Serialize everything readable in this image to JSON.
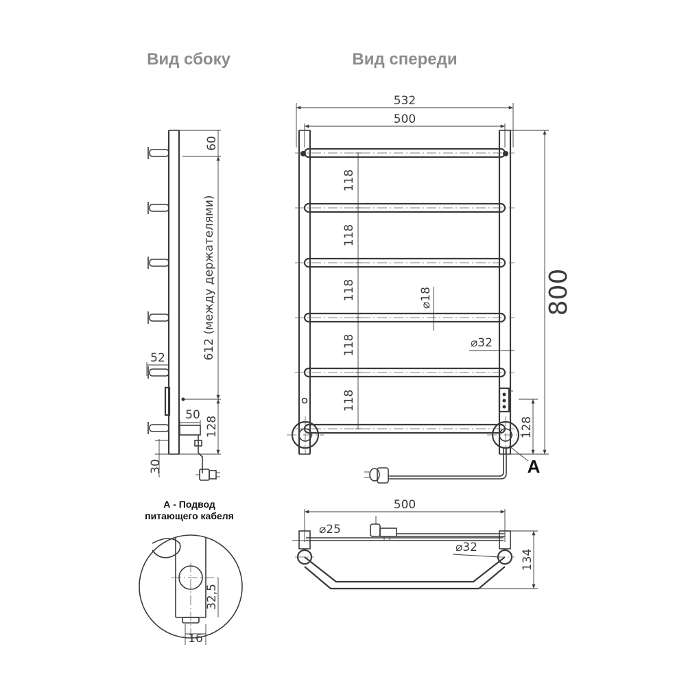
{
  "views": {
    "side_title": "Вид сбоку",
    "front_title": "Вид спереди",
    "detail_title_line1": "А - Подвод",
    "detail_title_line2": "питающего кабеля",
    "callout_letter": "A"
  },
  "dimensions": {
    "front_overall_width": "532",
    "front_pipe_width": "500",
    "front_height": "800",
    "rung_spacing": [
      "118",
      "118",
      "118",
      "118",
      "118"
    ],
    "rung_diameter": "⌀18",
    "pipe_diameter": "⌀32",
    "front_bottom_offset": "128",
    "side_top_offset": "60",
    "side_holder_distance": "612 (между держателями)",
    "side_depth_52": "52",
    "side_depth_50": "50",
    "side_bottom_128": "128",
    "side_bottom_30": "30",
    "top_width": "500",
    "top_diameter_25": "⌀25",
    "top_diameter_32": "⌀32",
    "top_depth": "134",
    "detail_32_5": "32,5",
    "detail_16": "16"
  }
}
